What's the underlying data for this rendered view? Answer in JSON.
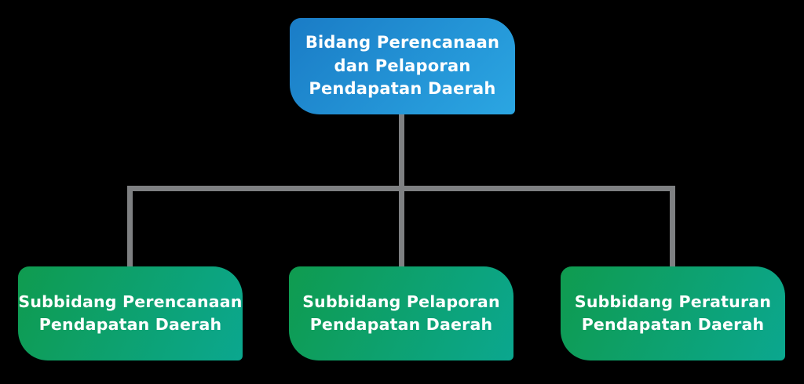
{
  "diagram": {
    "type": "org-chart",
    "root": {
      "id": "bidang-perencanaan-dan-pelaporan",
      "label": "Bidang Perencanaan\ndan Pelaporan\nPendapatan Daerah"
    },
    "children": [
      {
        "id": "subbidang-perencanaan",
        "label": "Subbidang Perencanaan\nPendapatan Daerah"
      },
      {
        "id": "subbidang-pelaporan",
        "label": "Subbidang Pelaporan\nPendapatan Daerah"
      },
      {
        "id": "subbidang-peraturan",
        "label": "Subbidang Peraturan\nPendapatan Daerah"
      }
    ]
  },
  "colors": {
    "background": "#000000",
    "connector": "#7e8082",
    "root_gradient_start": "#1a7cc6",
    "root_gradient_end": "#2ba6e2",
    "child_gradient_start": "#0f9b4f",
    "child_gradient_end": "#0ba78f",
    "text": "#ffffff"
  }
}
